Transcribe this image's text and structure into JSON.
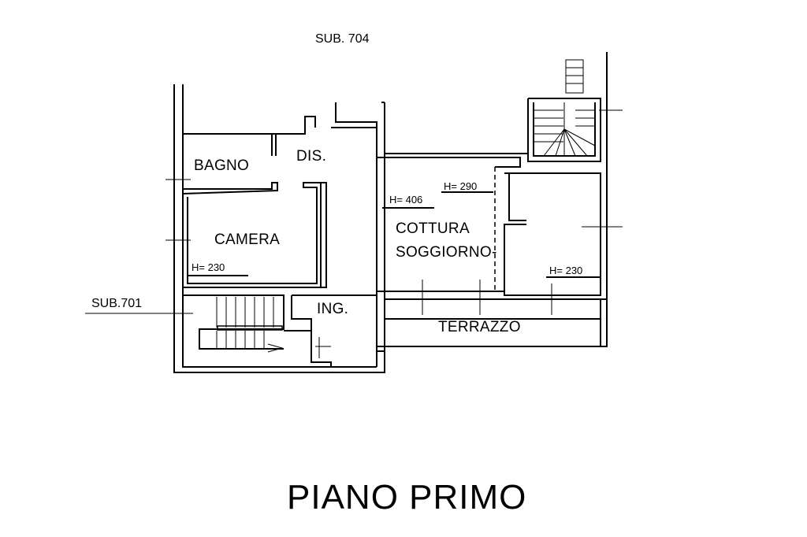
{
  "drawing": {
    "sub_704": "SUB. 704",
    "sub_701": "SUB.701",
    "title": "PIANO PRIMO"
  },
  "rooms": {
    "bagno": "BAGNO",
    "dis": "DIS.",
    "camera": "CAMERA",
    "ing": "ING.",
    "cottura": "COTTURA",
    "soggiorno": "SOGGIORNO-",
    "terrazzo": "TERRAZZO"
  },
  "heights": {
    "camera": "H= 230",
    "soggiorno": "H= 406",
    "cottura": "H= 290",
    "right_room": "H= 230"
  },
  "colors": {
    "ink": "#000000",
    "paper": "#ffffff"
  }
}
